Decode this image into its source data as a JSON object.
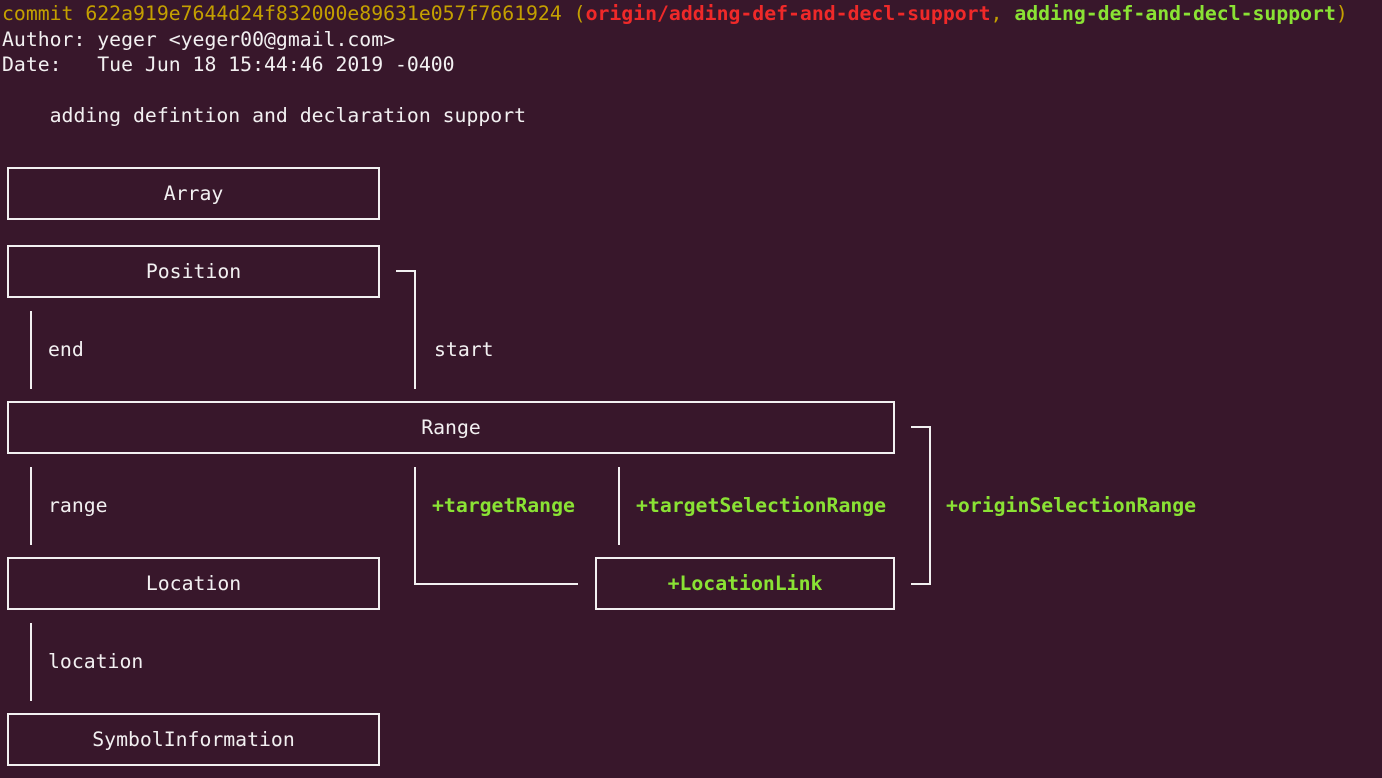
{
  "colors": {
    "background": "#38172b",
    "foreground": "#f2f0f1",
    "yellow": "#c4a000",
    "red": "#ef2929",
    "green": "#8ae234"
  },
  "commit_header": {
    "commit_and_hash": "commit 622a919e7644d24f832000e89631e057f7661924 (",
    "remote_branch": "origin/adding-def-and-decl-support",
    "refs_separator": ", ",
    "local_branch": "adding-def-and-decl-support",
    "refs_close": ")",
    "author_line": "Author: yeger <yeger00@gmail.com>",
    "date_line": "Date:   Tue Jun 18 15:44:46 2019 -0400",
    "message": "    adding defintion and declaration support"
  },
  "diagram": {
    "nodes": {
      "array": "Array",
      "position": "Position",
      "range": "Range",
      "location": "Location",
      "location_link": "+LocationLink",
      "symbol_information": "SymbolInformation"
    },
    "edge_labels": {
      "end": "end",
      "start": "start",
      "range": "range",
      "target_range": "+targetRange",
      "target_selection_range": "+targetSelectionRange",
      "origin_selection_range": "+originSelectionRange",
      "location": "location"
    }
  }
}
